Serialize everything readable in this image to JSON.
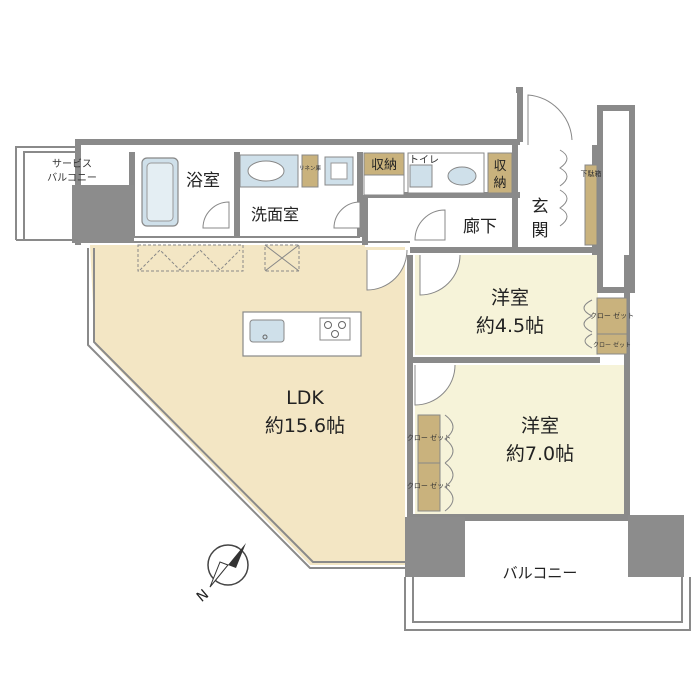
{
  "rooms": {
    "ldk": {
      "name": "LDK",
      "size": "約15.6帖"
    },
    "western1": {
      "name": "洋室",
      "size": "約4.5帖"
    },
    "western2": {
      "name": "洋室",
      "size": "約7.0帖"
    },
    "bath": "浴室",
    "washroom": "洗面室",
    "storage1": "収納",
    "toilet": "トイレ",
    "storage2_line1": "収",
    "storage2_line2": "納",
    "corridor": "廊下",
    "entrance_line1": "玄",
    "entrance_line2": "関",
    "shoebox": "下駄箱",
    "linen": "リネン庫",
    "service_balcony_line1": "サービス",
    "service_balcony_line2": "バルコニー",
    "balcony": "バルコニー"
  },
  "closets": {
    "w1_a": "クロー ゼット",
    "w1_b": "クロー ゼット",
    "w2_a": "クロー ゼット",
    "w2_b": "クロー ゼット"
  },
  "compass": {
    "north": "N"
  },
  "colors": {
    "ldk_floor": "#f3e6c4",
    "room_floor": "#f6f3d9",
    "wall": "#8a8a8a",
    "column": "#8c8c8c",
    "storage": "#c9b27d",
    "fixture": "#cfe0ea"
  }
}
